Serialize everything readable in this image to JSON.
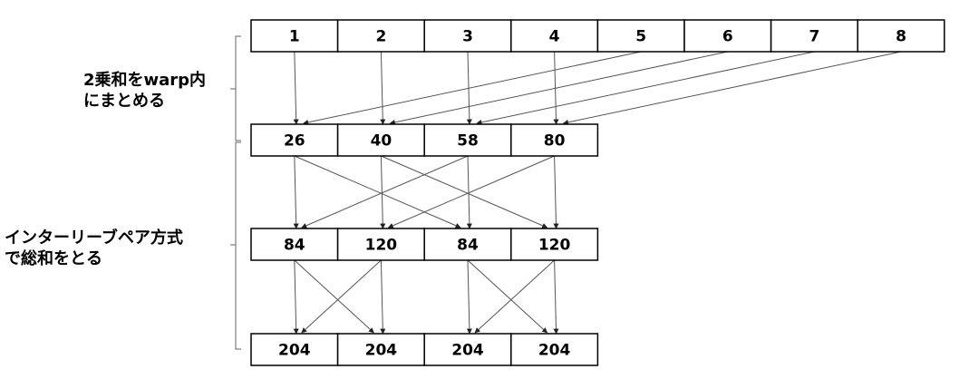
{
  "labels": {
    "warp_sum_line1": "2乗和をwarp内",
    "warp_sum_line2": "にまとめる",
    "interleaved_line1": "インターリーブペア方式",
    "interleaved_line2": "で総和をとる"
  },
  "rows": [
    {
      "name": "input",
      "values": [
        "1",
        "2",
        "3",
        "4",
        "5",
        "6",
        "7",
        "8"
      ]
    },
    {
      "name": "squares-sum",
      "values": [
        "26",
        "40",
        "58",
        "80"
      ]
    },
    {
      "name": "step-1",
      "values": [
        "84",
        "120",
        "84",
        "120"
      ]
    },
    {
      "name": "step-2",
      "values": [
        "204",
        "204",
        "204",
        "204"
      ]
    }
  ],
  "colors": {
    "stroke": "#000000",
    "line": "#555555",
    "fill": "#ffffff"
  }
}
